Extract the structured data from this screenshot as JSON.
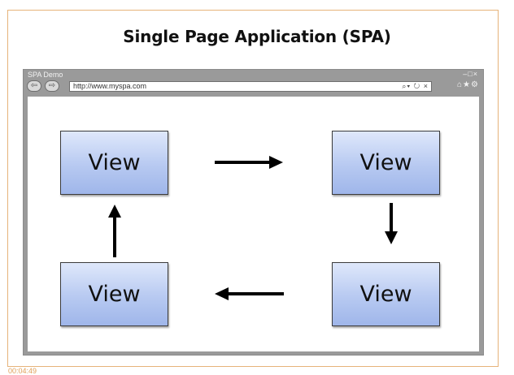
{
  "slide": {
    "title": "Single Page Application (SPA)",
    "timestamp": "00:04:49"
  },
  "browser": {
    "caption": "SPA Demo",
    "window_controls": "–□×",
    "nav_back_icon": "back-arrow-icon",
    "nav_forward_icon": "forward-arrow-icon",
    "url": "http://www.myspa.com",
    "address_tools": "⌕▾ ↻ ×",
    "right_tools": "⌂★⚙"
  },
  "diagram": {
    "nodes": [
      {
        "id": "top-left",
        "label": "View"
      },
      {
        "id": "top-right",
        "label": "View"
      },
      {
        "id": "bottom-right",
        "label": "View"
      },
      {
        "id": "bottom-left",
        "label": "View"
      }
    ],
    "flow": [
      "top-left → top-right",
      "top-right → bottom-right",
      "bottom-right → bottom-left",
      "bottom-left → top-left"
    ],
    "colors": {
      "box_top": "#dfe8fb",
      "box_bottom": "#9fb6ea",
      "arrow": "#000000"
    }
  }
}
